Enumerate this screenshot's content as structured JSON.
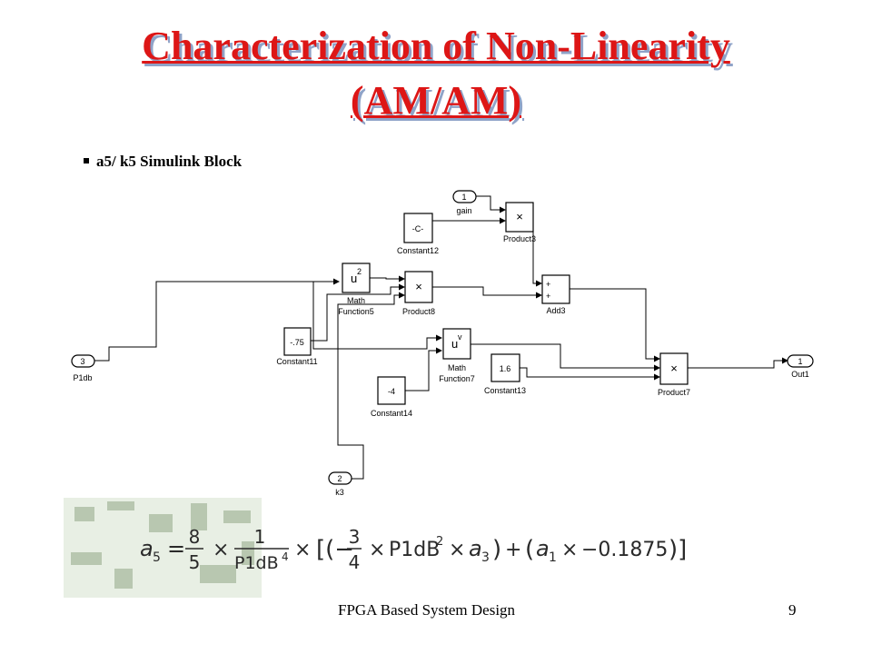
{
  "title": {
    "line1": "Characterization of Non-Linearity",
    "line2": "(AM/AM)"
  },
  "bullet": "a5/ k5 Simulink Block",
  "diagram": {
    "ports": {
      "in_gain": {
        "num": "1",
        "label": "gain"
      },
      "in_p1db": {
        "num": "3",
        "label": "P1db"
      },
      "in_k3": {
        "num": "2",
        "label": "k3"
      },
      "out1": {
        "num": "1",
        "label": "Out1"
      }
    },
    "blocks": {
      "constant12": {
        "value": "-C-",
        "label": "Constant12"
      },
      "constant11": {
        "value": "-.75",
        "label": "Constant11"
      },
      "constant13": {
        "value": "1.6",
        "label": "Constant13"
      },
      "constant14": {
        "value": "-4",
        "label": "Constant14"
      },
      "math5": {
        "label_line1": "Math",
        "label_line2": "Function5"
      },
      "math7": {
        "label_line1": "Math",
        "label_line2": "Function7"
      },
      "product3": {
        "label": "Product3"
      },
      "product8": {
        "label": "Product8"
      },
      "product7": {
        "label": "Product7"
      },
      "add3": {
        "label": "Add3"
      }
    }
  },
  "formula": {
    "lhs": "a",
    "lhs_sub": "5",
    "frac1_num": "8",
    "frac1_den": "5",
    "frac2_num": "1",
    "frac2_den": "P1dB",
    "frac2_den_exp": "4",
    "frac3_num": "3",
    "frac3_den": "4",
    "term_var": "P1dB",
    "term_exp": "2",
    "a3": "a",
    "a3_sub": "3",
    "a1": "a",
    "a1_sub": "1",
    "coef": "−0.1875"
  },
  "footer": {
    "text": "FPGA Based System Design",
    "page": "9"
  }
}
